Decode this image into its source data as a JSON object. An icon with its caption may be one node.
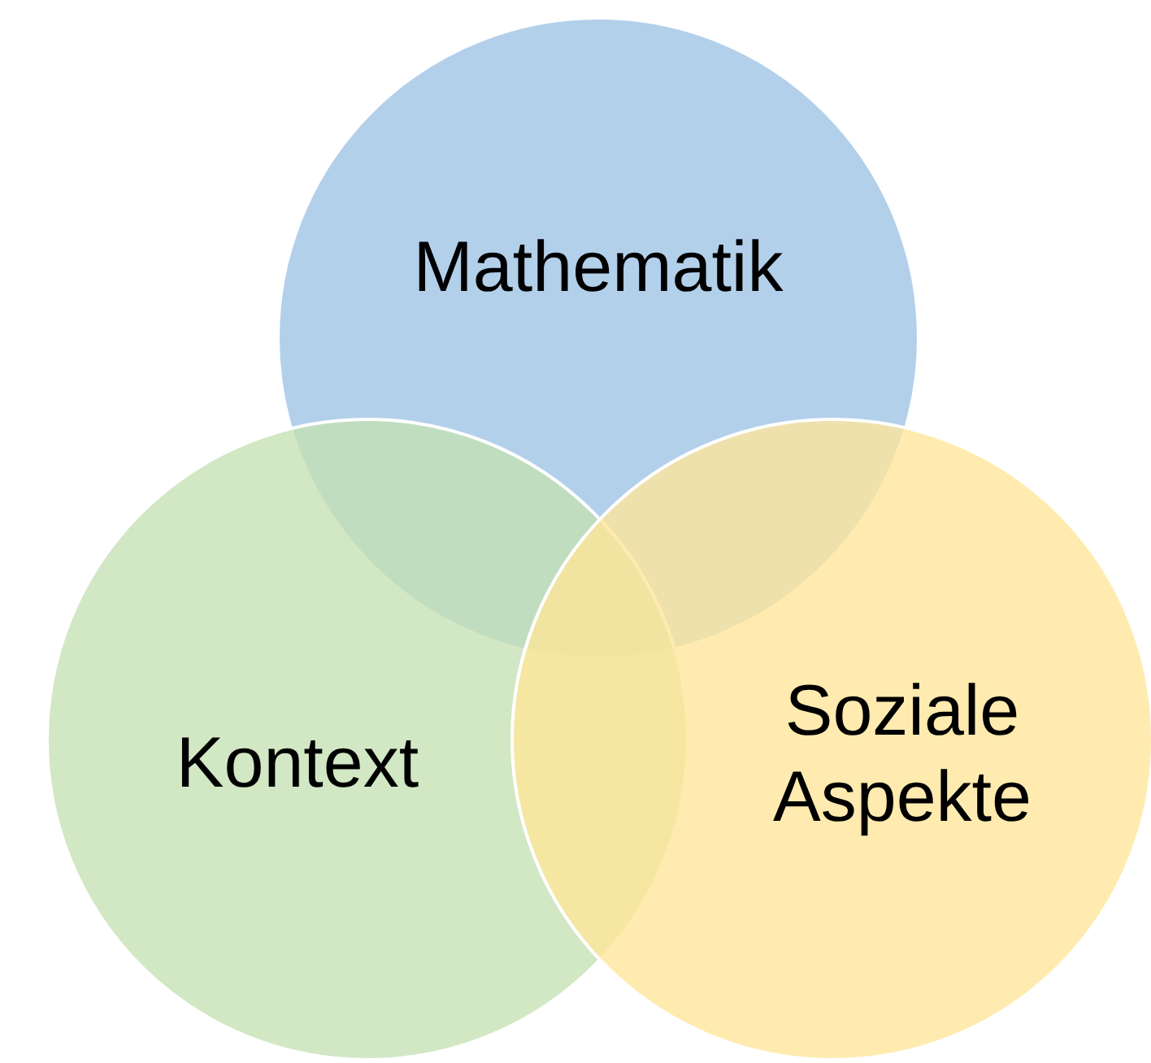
{
  "diagram": {
    "nodes": [
      {
        "text": [
          "Mathematik"
        ]
      },
      {
        "text": [
          "Kontext"
        ]
      },
      {
        "text": [
          "Soziale Aspekte"
        ]
      }
    ]
  }
}
